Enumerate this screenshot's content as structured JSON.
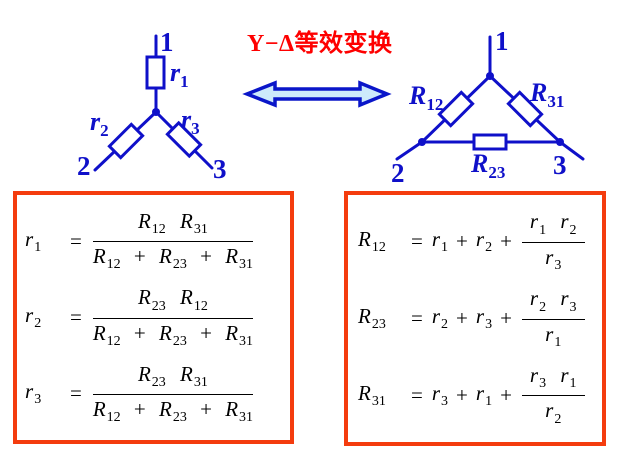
{
  "title": {
    "text": "Y−Δ等效变换"
  },
  "colors": {
    "circuit_blue": "#0f10c9",
    "title_red": "#fe0000",
    "box_border_orange": "#f43c0e",
    "arrow_fill_light_blue": "#cdeafb",
    "formula_black": "#000000"
  },
  "sym": {
    "eq": "=",
    "plus": "+"
  },
  "wye": {
    "terminals": {
      "t1": "1",
      "t2": "2",
      "t3": "3"
    },
    "resistors": [
      {
        "b": "r",
        "s": "1"
      },
      {
        "b": "r",
        "s": "2"
      },
      {
        "b": "r",
        "s": "3"
      }
    ]
  },
  "delta": {
    "terminals": {
      "t1": "1",
      "t2": "2",
      "t3": "3"
    },
    "resistors": [
      {
        "b": "R",
        "s": "12"
      },
      {
        "b": "R",
        "s": "23"
      },
      {
        "b": "R",
        "s": "31"
      }
    ]
  },
  "wye_eqs": [
    {
      "lhs": {
        "b": "r",
        "s": "1"
      },
      "num": [
        {
          "b": "R",
          "s": "12"
        },
        {
          "b": "R",
          "s": "31"
        }
      ],
      "den": [
        {
          "b": "R",
          "s": "12"
        },
        {
          "b": "R",
          "s": "23"
        },
        {
          "b": "R",
          "s": "31"
        }
      ]
    },
    {
      "lhs": {
        "b": "r",
        "s": "2"
      },
      "num": [
        {
          "b": "R",
          "s": "23"
        },
        {
          "b": "R",
          "s": "12"
        }
      ],
      "den": [
        {
          "b": "R",
          "s": "12"
        },
        {
          "b": "R",
          "s": "23"
        },
        {
          "b": "R",
          "s": "31"
        }
      ]
    },
    {
      "lhs": {
        "b": "r",
        "s": "3"
      },
      "num": [
        {
          "b": "R",
          "s": "23"
        },
        {
          "b": "R",
          "s": "31"
        }
      ],
      "den": [
        {
          "b": "R",
          "s": "12"
        },
        {
          "b": "R",
          "s": "23"
        },
        {
          "b": "R",
          "s": "31"
        }
      ]
    }
  ],
  "delta_eqs": [
    {
      "lhs": {
        "b": "R",
        "s": "12"
      },
      "a": {
        "b": "r",
        "s": "1"
      },
      "c": {
        "b": "r",
        "s": "2"
      },
      "num": [
        {
          "b": "r",
          "s": "1"
        },
        {
          "b": "r",
          "s": "2"
        }
      ],
      "den": {
        "b": "r",
        "s": "3"
      }
    },
    {
      "lhs": {
        "b": "R",
        "s": "23"
      },
      "a": {
        "b": "r",
        "s": "2"
      },
      "c": {
        "b": "r",
        "s": "3"
      },
      "num": [
        {
          "b": "r",
          "s": "2"
        },
        {
          "b": "r",
          "s": "3"
        }
      ],
      "den": {
        "b": "r",
        "s": "1"
      }
    },
    {
      "lhs": {
        "b": "R",
        "s": "31"
      },
      "a": {
        "b": "r",
        "s": "3"
      },
      "c": {
        "b": "r",
        "s": "1"
      },
      "num": [
        {
          "b": "r",
          "s": "3"
        },
        {
          "b": "r",
          "s": "1"
        }
      ],
      "den": {
        "b": "r",
        "s": "2"
      }
    }
  ]
}
